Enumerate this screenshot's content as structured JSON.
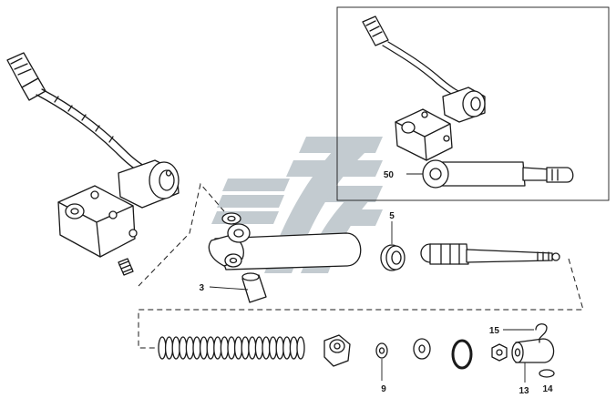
{
  "diagram": {
    "watermark_color": "#b9c3c8",
    "line_color": "#1a1a1a",
    "parts": [
      {
        "id": "p50",
        "label": "50"
      },
      {
        "id": "p5",
        "label": "5"
      },
      {
        "id": "p3",
        "label": "3"
      },
      {
        "id": "p15",
        "label": "15"
      },
      {
        "id": "p9",
        "label": "9"
      },
      {
        "id": "p13",
        "label": "13"
      },
      {
        "id": "p14",
        "label": "14"
      }
    ]
  }
}
